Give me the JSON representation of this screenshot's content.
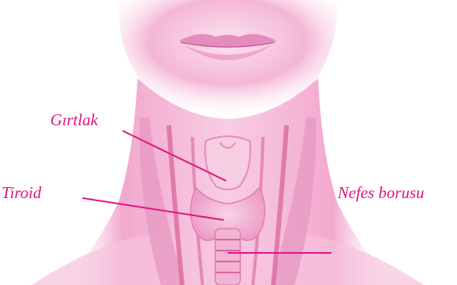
{
  "labels": {
    "girtlak": "Gırtlak",
    "tiroid": "Tiroid",
    "nefes_borusu": "Nefes borusu"
  },
  "colors": {
    "label_text": "#e0147f",
    "leader_line": "#e0147f",
    "skin_light": "#fbe3f0",
    "skin_mid": "#f4b6d6",
    "skin_dark": "#e58bbd",
    "vessel": "#d9649f"
  }
}
